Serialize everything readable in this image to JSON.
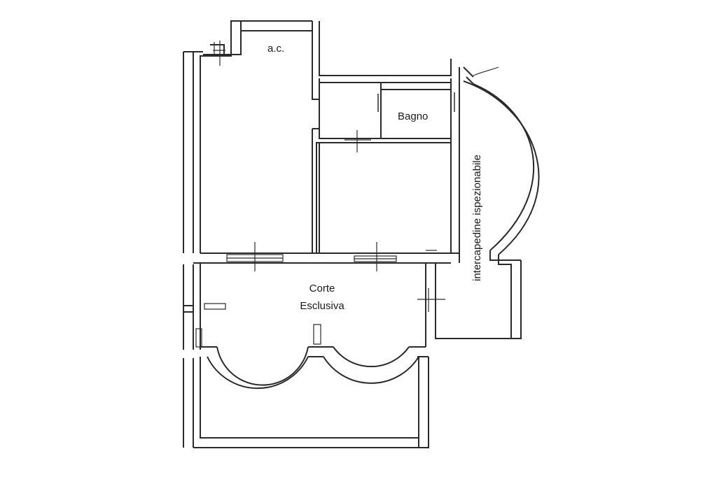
{
  "rooms": {
    "ac": "a.c.",
    "bagno": "Bagno",
    "corte_line1": "Corte",
    "corte_line2": "Esclusiva",
    "intercapedine": "intercapedine ispezionabile"
  }
}
